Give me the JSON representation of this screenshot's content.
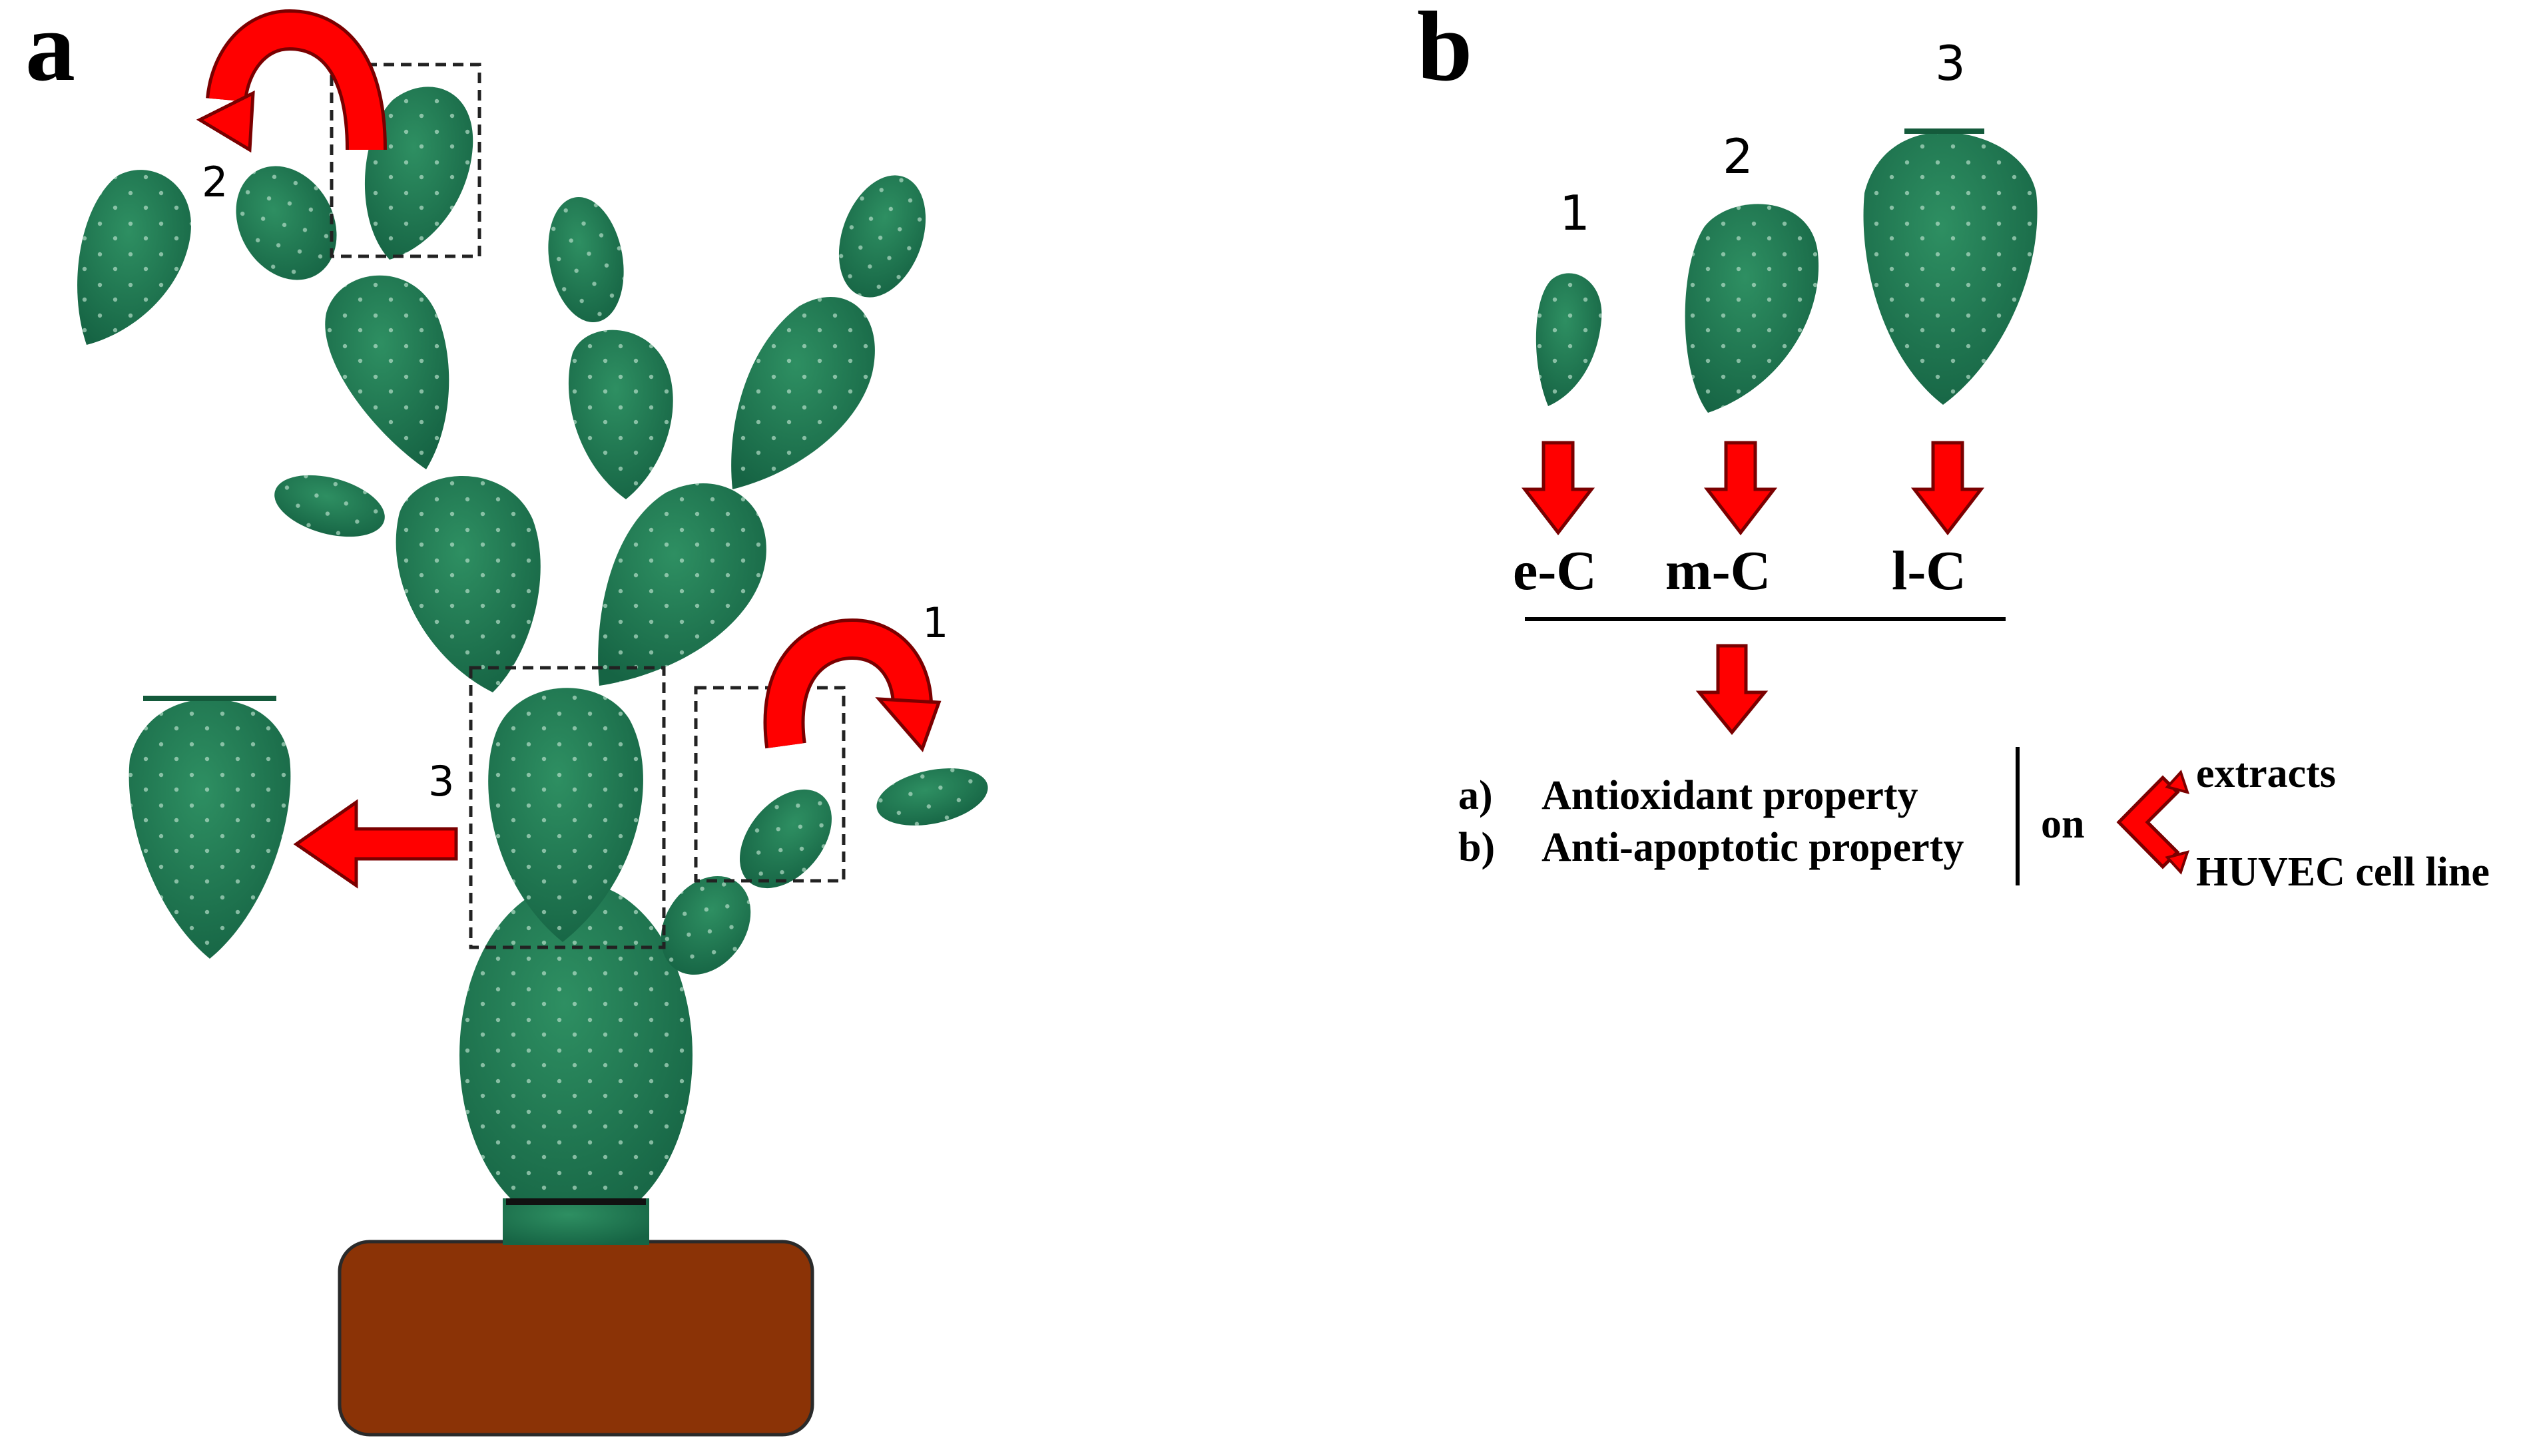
{
  "panel_a": {
    "letter": "a",
    "step_labels": [
      "1",
      "2",
      "3"
    ]
  },
  "panel_b": {
    "letter": "b",
    "stage_numbers": [
      "1",
      "2",
      "3"
    ],
    "stage_labels": [
      "e-C",
      "m-C",
      "l-C"
    ],
    "properties": [
      {
        "marker": "a)",
        "text": "Antioxidant property"
      },
      {
        "marker": "b)",
        "text": "Anti-apoptotic property"
      }
    ],
    "on_label": "on",
    "targets": [
      "extracts",
      "HUVEC cell line"
    ]
  },
  "colors": {
    "cactus": "#1f7a52",
    "cactus_dark": "#145a3b",
    "pot": "#8b3306",
    "arrow": "#ff0000",
    "arrow_outline": "#7a0000"
  }
}
